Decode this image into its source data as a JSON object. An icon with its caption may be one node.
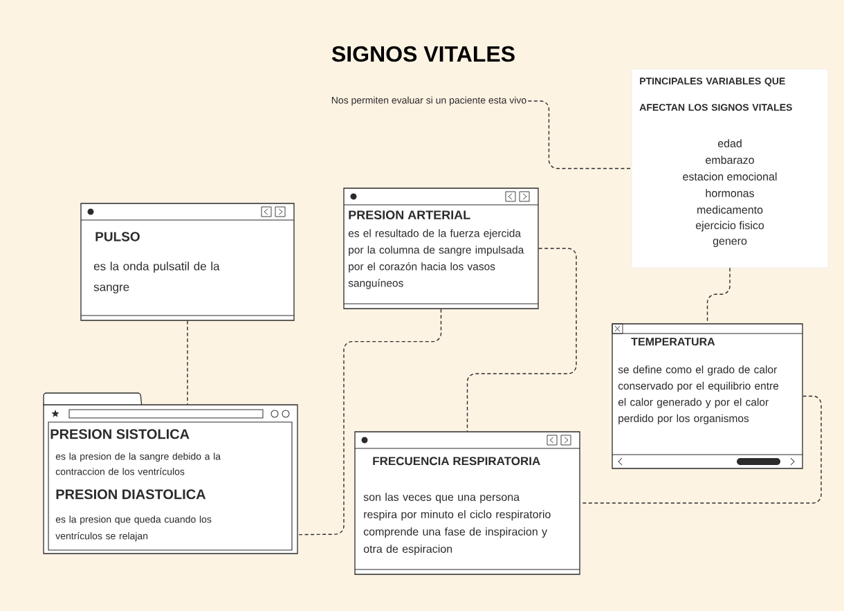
{
  "diagram": {
    "title": "SIGNOS VITALES",
    "nodes": [
      {
        "text": [
          "Nos permiten evaluar si un paciente esta vivo"
        ]
      },
      {
        "text": [
          "PTINCIPALES VARIABLES QUE AFECTAN LOS SIGNOS VITALES",
          "edad",
          "embarazo",
          "estacion emocional",
          "hormonas",
          "medicamento",
          "ejercicio fisico",
          "genero"
        ]
      },
      {
        "text": [
          "PULSO",
          "es la onda pulsatil de la sangre"
        ]
      },
      {
        "text": [
          "PRESION ARTERIAL",
          "es el resultado de la fuerza ejercida por la columna de sangre impulsada por el corazón hacia los vasos sanguíneos"
        ]
      },
      {
        "text": [
          "PRESION SISTOLICA",
          "es la presion de la sangre debido a la contraccion de los ventrículos",
          "PRESION DIASTOLICA",
          "es la presion que queda cuando los ventrículos se relajan"
        ]
      },
      {
        "text": [
          "TEMPERATURA",
          "se define como el grado de calor conservado por el equilibrio entre el calor generado y por el calor perdido por los organismos"
        ]
      },
      {
        "text": [
          "FRECUENCIA RESPIRATORIA",
          "son las veces que una persona respira por minuto el ciclo respiratorio comprende una fase de inspiracion y otra de espiracion"
        ]
      }
    ],
    "edges": [
      {
        "from": 0,
        "to": 1,
        "arrow": "none",
        "style": "dashed"
      },
      {
        "from": 2,
        "to": 4,
        "arrow": "none",
        "style": "dashed"
      },
      {
        "from": 3,
        "to": 4,
        "arrow": "none",
        "style": "dashed"
      },
      {
        "from": 3,
        "to": 6,
        "arrow": "none",
        "style": "dashed"
      },
      {
        "from": 1,
        "to": 5,
        "arrow": "none",
        "style": "dashed"
      },
      {
        "from": 5,
        "to": 6,
        "arrow": "none",
        "style": "dashed"
      }
    ]
  }
}
